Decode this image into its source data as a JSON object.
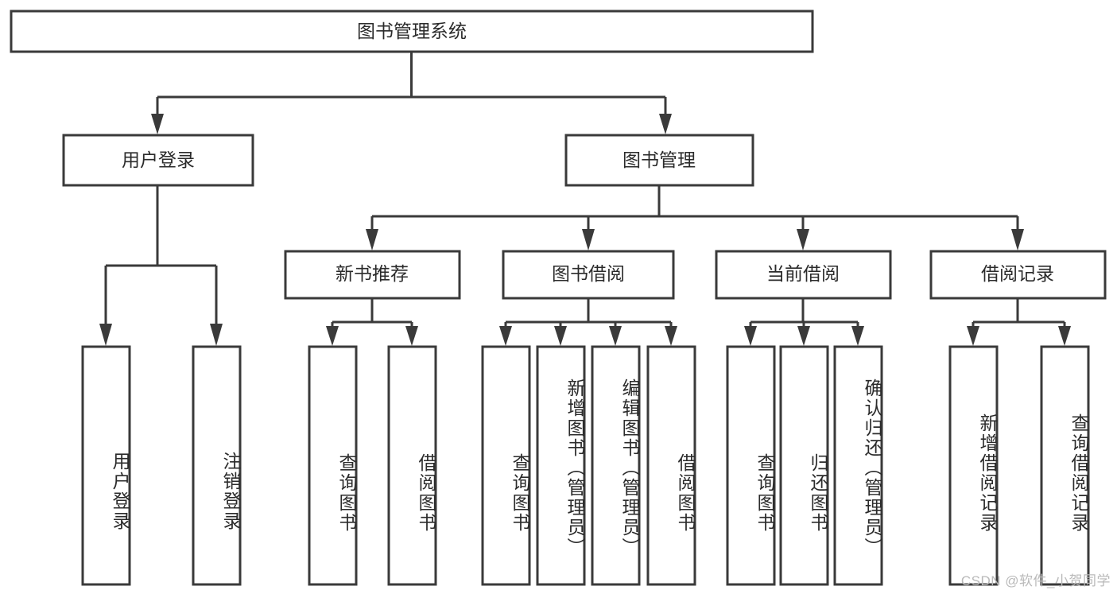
{
  "diagram": {
    "type": "tree",
    "title": "图书管理系统",
    "root": {
      "label": "图书管理系统"
    },
    "level2": [
      {
        "id": "user-login",
        "label": "用户登录"
      },
      {
        "id": "book-management",
        "label": "图书管理"
      }
    ],
    "level3": [
      {
        "id": "new-book-recommend",
        "label": "新书推荐",
        "parent": "book-management"
      },
      {
        "id": "book-borrow",
        "label": "图书借阅",
        "parent": "book-management"
      },
      {
        "id": "current-borrow",
        "label": "当前借阅",
        "parent": "book-management"
      },
      {
        "id": "borrow-record",
        "label": "借阅记录",
        "parent": "book-management"
      }
    ],
    "leaves": {
      "user-login": [
        {
          "id": "leaf-user-login",
          "label": "用户登录"
        },
        {
          "id": "leaf-user-logout",
          "label": "注销登录"
        }
      ],
      "new-book-recommend": [
        {
          "id": "leaf-query-book-1",
          "label": "查询图书"
        },
        {
          "id": "leaf-borrow-book-1",
          "label": "借阅图书"
        }
      ],
      "book-borrow": [
        {
          "id": "leaf-query-book-2",
          "label": "查询图书"
        },
        {
          "id": "leaf-add-book",
          "label": "新增图书（管理员）"
        },
        {
          "id": "leaf-edit-book",
          "label": "编辑图书（管理员）"
        },
        {
          "id": "leaf-borrow-book-2",
          "label": "借阅图书"
        }
      ],
      "current-borrow": [
        {
          "id": "leaf-query-book-3",
          "label": "查询图书"
        },
        {
          "id": "leaf-return-book",
          "label": "归还图书"
        },
        {
          "id": "leaf-confirm-return",
          "label": "确认归还（管理员）"
        }
      ],
      "borrow-record": [
        {
          "id": "leaf-add-record",
          "label": "新增借阅记录"
        },
        {
          "id": "leaf-query-record",
          "label": "查询借阅记录"
        }
      ]
    },
    "colors": {
      "box_fill": "#ffffff",
      "box_stroke": "#3a3a3a",
      "connector": "#3a3a3a",
      "text": "#2b2b2b",
      "background": "#ffffff",
      "watermark": "#b9b9b9"
    }
  },
  "watermark": {
    "text": "CSDN @软件_小贺同学"
  }
}
